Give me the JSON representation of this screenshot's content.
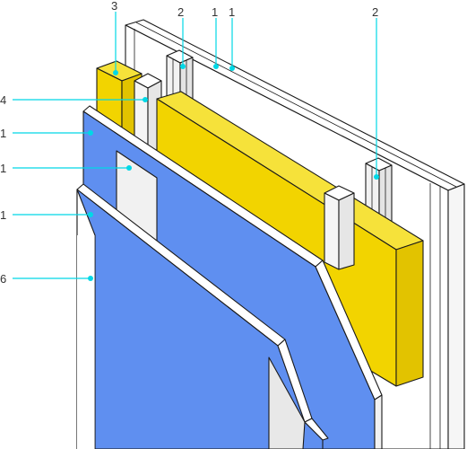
{
  "colors": {
    "insulation_front": "#f2d400",
    "insulation_top": "#f6e23a",
    "insulation_side": "#e2c300",
    "board_face": "#5f8ff0",
    "board_edge": "#ffffff",
    "stud": "#f4f4f4",
    "leader": "#00d8e6"
  },
  "callouts": {
    "top_3": "3",
    "top_2_left": "2",
    "top_1_a": "1",
    "top_1_b": "1",
    "top_2_right": "2",
    "left_4": "4",
    "left_1_a": "1",
    "left_1_b": "1",
    "left_1_c": "1",
    "left_6": "6"
  }
}
